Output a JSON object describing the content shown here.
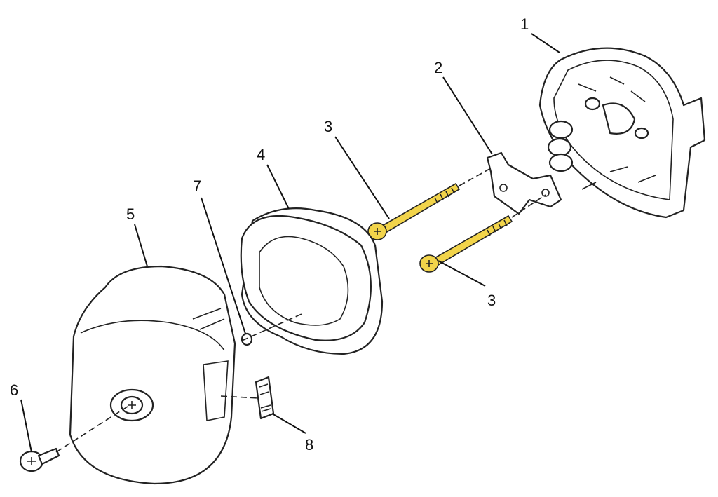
{
  "diagram": {
    "type": "exploded parts view",
    "callouts": [
      {
        "id": "1",
        "part": "base-plate"
      },
      {
        "id": "2",
        "part": "bracket"
      },
      {
        "id": "3",
        "part": "screw-upper"
      },
      {
        "id": "3",
        "part": "screw-lower"
      },
      {
        "id": "4",
        "part": "filter-element"
      },
      {
        "id": "5",
        "part": "cover"
      },
      {
        "id": "6",
        "part": "cover-screw"
      },
      {
        "id": "7",
        "part": "washer"
      },
      {
        "id": "8",
        "part": "label"
      }
    ],
    "colors": {
      "screw": "#f2d44a",
      "line": "#222222"
    }
  }
}
